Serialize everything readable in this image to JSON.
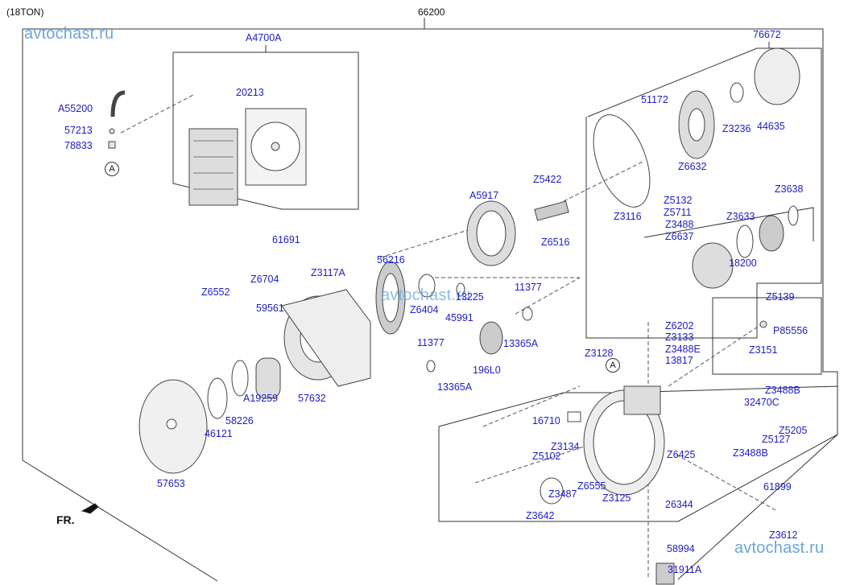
{
  "header": {
    "model": "(18TON)",
    "assembly": "66200"
  },
  "watermark": "avtochast.ru",
  "direction_label": "FR.",
  "ref_marker": "A",
  "colors": {
    "label": "#1c1cc8",
    "watermark": "#6aa5dc",
    "lines": "#333333"
  },
  "labels": [
    "A4700A",
    "76672",
    "A55200",
    "57213",
    "78833",
    "20213",
    "51172",
    "Z3236",
    "44635",
    "Z6632",
    "Z5422",
    "A5917",
    "Z5132",
    "Z3638",
    "Z5711",
    "Z3633",
    "Z3488",
    "Z3116",
    "Z6516",
    "Z6637",
    "18200",
    "61691",
    "56216",
    "Z3117A",
    "Z6704",
    "Z6552",
    "Z6404",
    "13225",
    "11377",
    "59561",
    "45991",
    "11377",
    "13365A",
    "196L0",
    "13365A",
    "Z5139",
    "P85556",
    "Z3151",
    "Z6202",
    "Z3133",
    "Z3488E",
    "13817",
    "Z3128",
    "57632",
    "A19259",
    "58226",
    "46121",
    "57653",
    "Z3488B",
    "32470C",
    "Z5205",
    "Z5127",
    "Z3488B",
    "16710",
    "Z3134",
    "Z5102",
    "Z6425",
    "Z6555",
    "Z3487",
    "Z3125",
    "Z3642",
    "61899",
    "26344",
    "Z3612",
    "58994",
    "31911A"
  ]
}
